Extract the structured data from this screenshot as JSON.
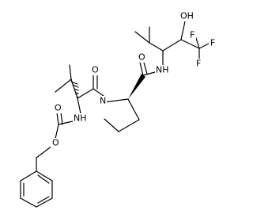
{
  "atom_labels": {
    "hydroxyl": "OH",
    "fluorine_top_left": "F",
    "fluorine_top_right": "F",
    "fluorine_bottom": "F",
    "amide_nh_right": "NH",
    "amide_o_right": "O",
    "amide_o_left": "O",
    "proline_n": "N",
    "carbamate_nh": "NH",
    "carbamate_o_carbonyl": "O",
    "carbamate_o_ester": "O"
  },
  "colors": {
    "bond": "#000000",
    "background": "#ffffff"
  }
}
